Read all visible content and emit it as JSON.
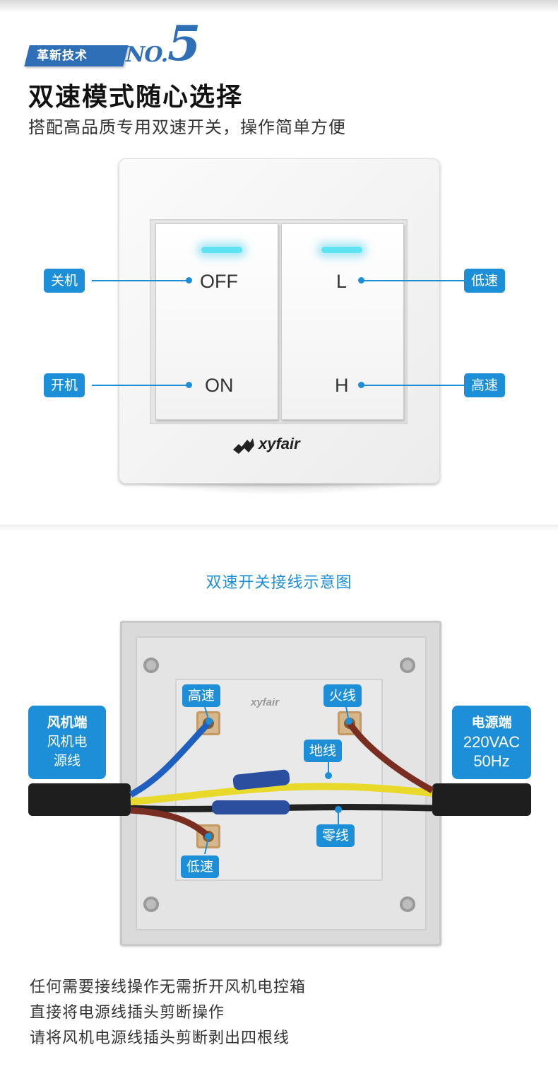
{
  "header": {
    "badge_label": "革新技术",
    "no_label": "NO.",
    "number": "5",
    "title": "双速模式随心选择",
    "subtitle": "搭配高品质专用双速开关，操作简单方便"
  },
  "switch_panel": {
    "left_key_top": "OFF",
    "left_key_bottom": "ON",
    "right_key_top": "L",
    "right_key_bottom": "H",
    "brand": "xyfair",
    "callouts": {
      "off": "关机",
      "on": "开机",
      "low": "低速",
      "high": "高速"
    },
    "led_color": "#5fe3f2",
    "accent_color": "#1d8fd8"
  },
  "wiring": {
    "title": "双速开关接线示意图",
    "brand": "xyfair",
    "labels": {
      "high": "高速",
      "live": "火线",
      "earth": "地线",
      "neutral": "零线",
      "low": "低速"
    },
    "fan_side": {
      "title": "风机端",
      "line1": "风机电",
      "line2": "源线"
    },
    "power_side": {
      "title": "电源端",
      "line1": "220VAC",
      "line2": "50Hz"
    },
    "wire_colors": {
      "blue": "#1f5fbf",
      "brown": "#7a2e22",
      "yellow": "#e8d92a",
      "black": "#222222"
    }
  },
  "footer": {
    "lines": [
      "任何需要接线操作无需折开风机电控箱",
      "直接将电源线插头剪断操作",
      "请将风机电源线插头剪断剥出四根线"
    ]
  }
}
